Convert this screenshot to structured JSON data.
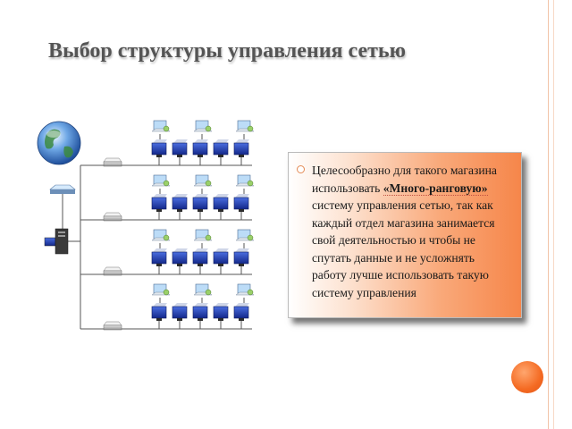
{
  "slide": {
    "title": "Выбор структуры управления сетью",
    "body_prefix": "Целесообразно для такого магазина использовать ",
    "body_emphasis": "«Много-ранговую»",
    "body_suffix": " систему управления сетью, так как каждый отдел магазина занимается свой деятельностью и чтобы не спутать данные и не усложнять работу лучше использовать такую систему управления"
  },
  "diagram": {
    "icons": [
      "globe-icon",
      "modem-icon",
      "server-icon",
      "hub-icon",
      "workstation-icon",
      "monitor-icon"
    ],
    "branches": 4,
    "user_pcs_per_branch": 3,
    "monitors_per_branch": 5
  },
  "colors": {
    "accent": "#f6864a",
    "title": "#555555",
    "monitor": "#1f3ea8"
  }
}
